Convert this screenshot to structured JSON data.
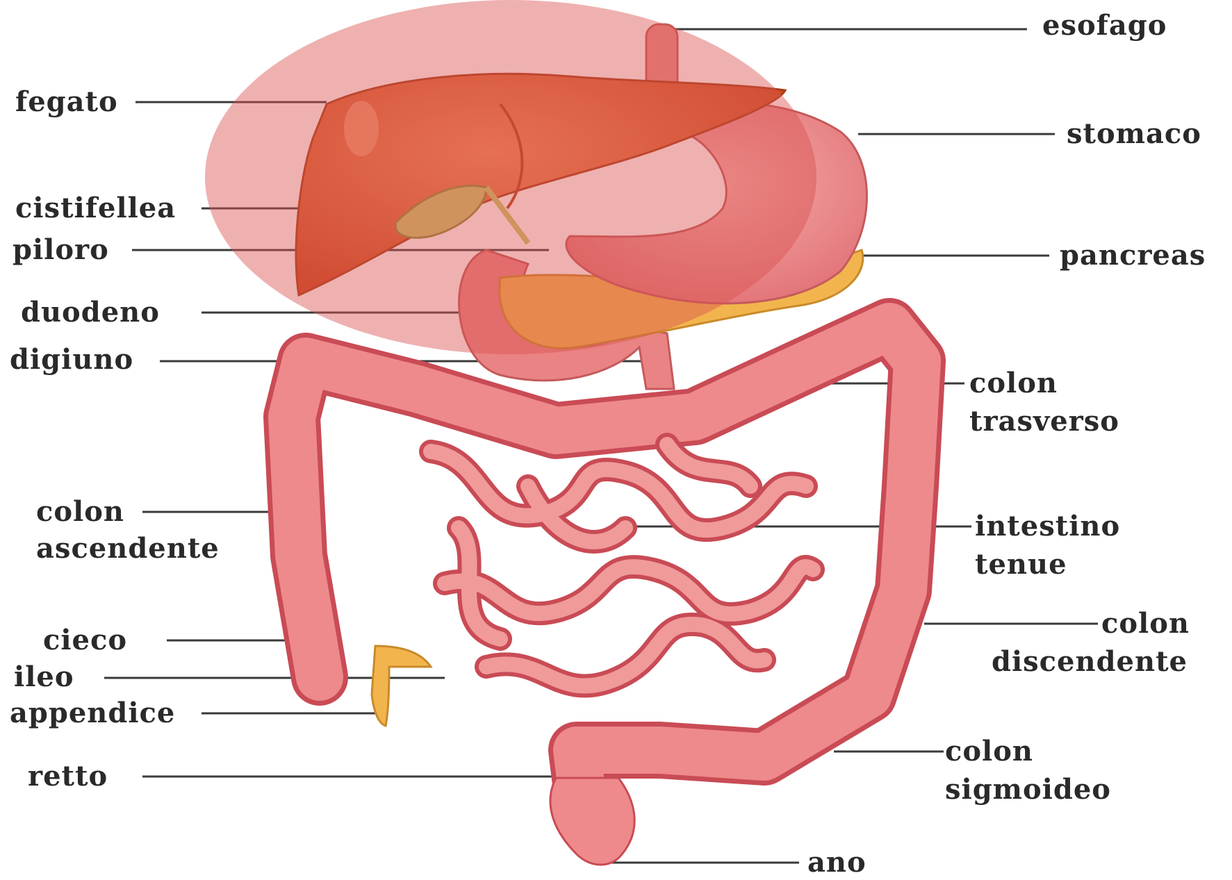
{
  "colors": {
    "liver": "#e4622f",
    "liver_dark": "#b93f17",
    "stomach": "#f08c8c",
    "intestine": "#ea7e7f",
    "intestine_dark": "#c94b55",
    "pancreas": "#f2b54d",
    "gallbladder": "#c9c86a",
    "highlight_overlay": "#d9534f",
    "leader": "#3a3a3a",
    "text": "#2a2a2a"
  },
  "labels": {
    "esofago": "esofago",
    "fegato": "fegato",
    "stomaco": "stomaco",
    "cistifellea": "cistifellea",
    "piloro": "piloro",
    "pancreas": "pancreas",
    "duodeno": "duodeno",
    "digiuno": "digiuno",
    "colon_trasverso_1": "colon",
    "colon_trasverso_2": "trasverso",
    "colon_ascendente_1": "colon",
    "colon_ascendente_2": "ascendente",
    "intestino_tenue_1": "intestino",
    "intestino_tenue_2": "tenue",
    "colon_discendente_1": "colon",
    "colon_discendente_2": "discendente",
    "cieco": "cieco",
    "ileo": "ileo",
    "appendice": "appendice",
    "retto": "retto",
    "colon_sigmoideo_1": "colon",
    "colon_sigmoideo_2": "sigmoideo",
    "ano": "ano"
  }
}
